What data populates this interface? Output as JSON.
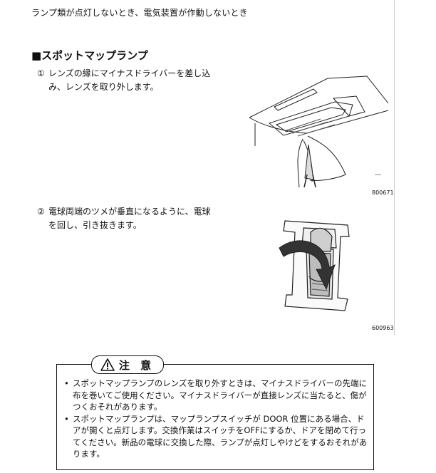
{
  "header": {
    "title": "ランプ類が点灯しないとき、電気装置が作動しないとき"
  },
  "section": {
    "title": "■スポットマップランプ"
  },
  "steps": [
    {
      "num": "①",
      "line1": "レンズの縁にマイナスドライバーを差し込",
      "line2": "み、レンズを取り外します。"
    },
    {
      "num": "②",
      "line1": "電球両端のツメが垂直になるように、電球",
      "line2": "を回し、引き抜きます。"
    }
  ],
  "figures": [
    {
      "code": "800671",
      "depicts": "lens-removal-screwdriver"
    },
    {
      "code": "600963",
      "depicts": "bulb-rotate-pull"
    }
  ],
  "caution": {
    "label": "注 意",
    "items": [
      "スポットマップランプのレンズを取り外すときは、マイナスドライバーの先端に布を巻いてご使用ください。マイナスドライバーが直接レンズに当たると、傷がつくおそれがあります。",
      "スポットマップランプは、マップランプスイッチが DOOR 位置にある場合、ドアが開くと点灯します。交換作業はスイッチをOFFにするか、ドアを閉めて行ってください。新品の電球に交換した際、ランプが点灯しやけどをするおそれがあります。"
    ]
  }
}
